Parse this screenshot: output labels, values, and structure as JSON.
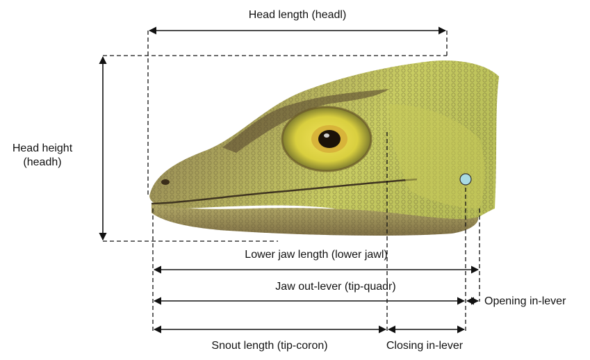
{
  "labels": {
    "head_length": "Head length (headl)",
    "head_height_line1": "Head height",
    "head_height_line2": "(headh)",
    "lower_jaw_length": "Lower jaw length (lower jawl)",
    "jaw_out_lever": "Jaw out-lever (tip-quadr)",
    "opening_in_lever": "Opening in-lever",
    "snout_length": "Snout length (tip-coron)",
    "closing_in_lever": "Closing in-lever"
  },
  "colors": {
    "line": "#111111",
    "marker": "#a9dbe3",
    "skin_light": "#c9cf6a",
    "skin_dark": "#6b5a3a",
    "eye_ring": "#e2d84a"
  },
  "icons": {
    "quadrate_marker": "circle-marker"
  }
}
